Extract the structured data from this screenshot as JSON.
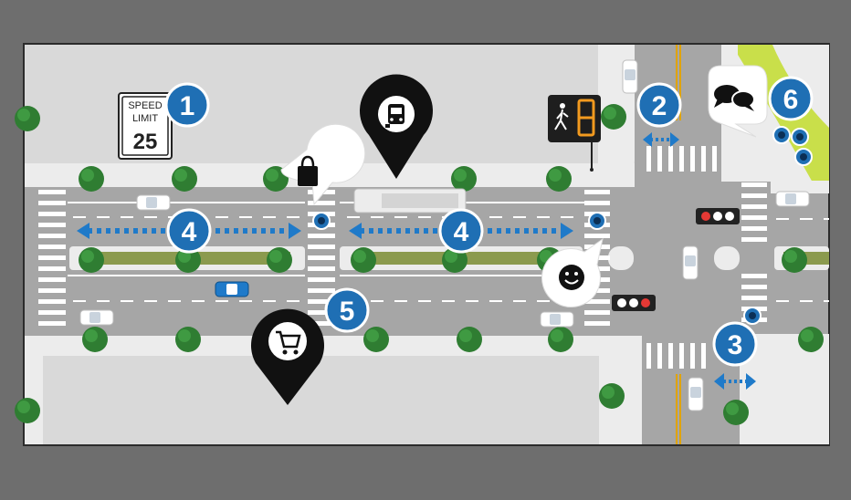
{
  "sign": {
    "line1": "SPEED",
    "line2": "LIMIT",
    "value": "25"
  },
  "markers": [
    {
      "id": "1"
    },
    {
      "id": "2"
    },
    {
      "id": "3"
    },
    {
      "id": "4"
    },
    {
      "id": "4"
    },
    {
      "id": "5"
    },
    {
      "id": "6"
    }
  ],
  "icons": {
    "bus_stop": "bus-icon",
    "shopping_bag": "shopping-bag-icon",
    "shopping_cart": "shopping-cart-icon",
    "smile": "smiley-face-icon",
    "chat": "chat-bubbles-icon",
    "pedestrian_signal": "pedestrian-signal-icon",
    "traffic_light": "traffic-light-icon",
    "two_way_arrow": "two-way-arrow-icon",
    "camera": "camera-icon"
  },
  "colors": {
    "frame": "#6e6e6e",
    "block": "#d9d9d9",
    "sidewalk": "#ececec",
    "road": "#a6a6a6",
    "tree": "#2f7d32",
    "median": "#8b9a4e",
    "marker": "#1f6fb4",
    "arrow": "#1f7ac9",
    "pin": "#111111",
    "traffic_red": "#e53935",
    "park": "#c9df4a"
  }
}
